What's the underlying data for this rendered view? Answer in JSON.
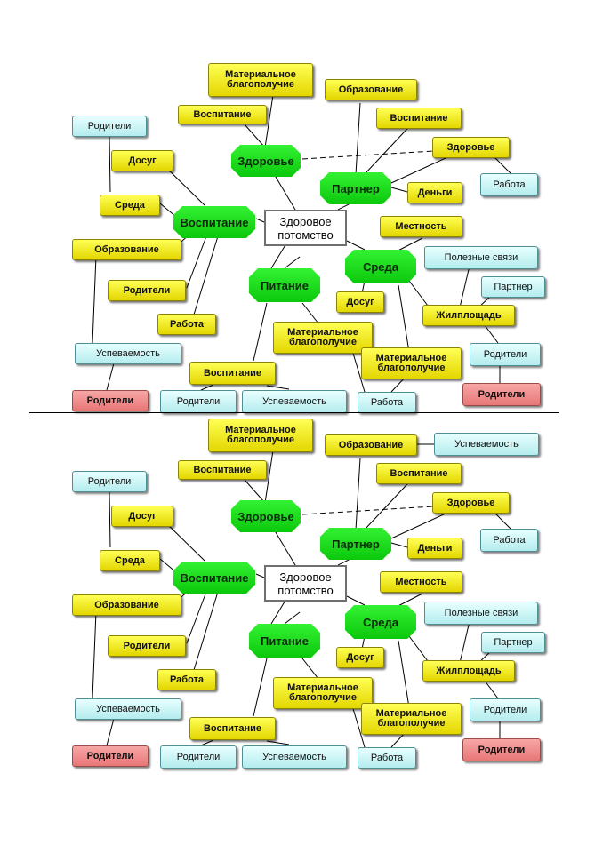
{
  "diagrams": [
    {
      "center": "Здоровое\nпотомство",
      "nodes": {
        "zdorovye_hub": "Здоровье",
        "vospitanie_hub": "Воспитание",
        "partner_hub": "Партнер",
        "sreda_hub": "Среда",
        "pitanie_hub": "Питание",
        "mat_blag_top": "Материальное\nблагополучие",
        "vospitanie_top": "Воспитание",
        "obrazovanie_top": "Образование",
        "vospitanie_right": "Воспитание",
        "zdorovye_right": "Здоровье",
        "dengi": "Деньги",
        "rabota_right": "Работа",
        "roditeli_topleft": "Родители",
        "dosug_left": "Досуг",
        "sreda_left": "Среда",
        "obrazovanie_left": "Образование",
        "roditeli_left": "Родители",
        "rabota_left": "Работа",
        "uspevaemost_left": "Успеваемость",
        "roditeli_red_left": "Родители",
        "mestnost": "Местность",
        "poleznye_svyazi": "Полезные связи",
        "partner_small": "Партнер",
        "dosug_mid": "Досуг",
        "zhilploshad": "Жилплощадь",
        "mat_blag_mid": "Материальное\nблагополучие",
        "mat_blag_low": "Материальное\nблагополучие",
        "roditeli_right": "Родители",
        "roditeli_red_right": "Родители",
        "vospitanie_bottom": "Воспитание",
        "roditeli_bottom": "Родители",
        "uspevaemost_bottom": "Успеваемость",
        "rabota_bottom": "Работа"
      }
    },
    {
      "center": "Здоровое\nпотомство",
      "nodes": {
        "zdorovye_hub": "Здоровье",
        "vospitanie_hub": "Воспитание",
        "partner_hub": "Партнер",
        "sreda_hub": "Среда",
        "pitanie_hub": "Питание",
        "mat_blag_top": "Материальное\nблагополучие",
        "vospitanie_top": "Воспитание",
        "obrazovanie_top": "Образование",
        "uspevaemost_top": "Успеваемость",
        "vospitanie_right": "Воспитание",
        "zdorovye_right": "Здоровье",
        "dengi": "Деньги",
        "rabota_right": "Работа",
        "roditeli_topleft": "Родители",
        "dosug_left": "Досуг",
        "sreda_left": "Среда",
        "obrazovanie_left": "Образование",
        "roditeli_left": "Родители",
        "rabota_left": "Работа",
        "uspevaemost_left": "Успеваемость",
        "roditeli_red_left": "Родители",
        "mestnost": "Местность",
        "poleznye_svyazi": "Полезные связи",
        "partner_small": "Партнер",
        "dosug_mid": "Досуг",
        "zhilploshad": "Жилплощадь",
        "mat_blag_mid": "Материальное\nблагополучие",
        "mat_blag_low": "Материальное\nблагополучие",
        "roditeli_right": "Родители",
        "roditeli_red_right": "Родители",
        "vospitanie_bottom": "Воспитание",
        "roditeli_bottom": "Родители",
        "uspevaemost_bottom": "Успеваемость",
        "rabota_bottom": "Работа"
      }
    }
  ]
}
